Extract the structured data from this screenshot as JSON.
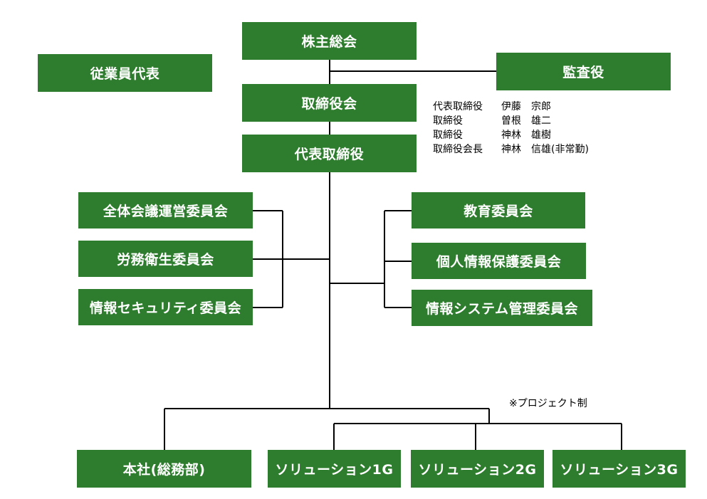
{
  "nodes": {
    "shareholders": "株主総会",
    "employee_rep": "従業員代表",
    "auditor": "監査役",
    "board": "取締役会",
    "representative": "代表取締役",
    "general_meeting_committee": "全体会議運営委員会",
    "labor_health_committee": "労務衛生委員会",
    "infosec_committee": "情報セキュリティ委員会",
    "education_committee": "教育委員会",
    "privacy_committee": "個人情報保護委員会",
    "infosys_committee": "情報システム管理委員会",
    "head_office": "本社(総務部)",
    "solution_1g": "ソリューション1G",
    "solution_2g": "ソリューション2G",
    "solution_3g": "ソリューション3G"
  },
  "directors": [
    {
      "title": "代表取締役",
      "name": "伊藤　宗郎"
    },
    {
      "title": "取締役",
      "name": "曽根　雄二"
    },
    {
      "title": "取締役",
      "name": "神林　雄樹"
    },
    {
      "title": "取締役会長",
      "name": "神林　信雄(非常勤)"
    }
  ],
  "note": "※プロジェクト制",
  "colors": {
    "node_fill": "#2e7d2e",
    "node_text": "#ffffff",
    "connector": "#000000"
  }
}
